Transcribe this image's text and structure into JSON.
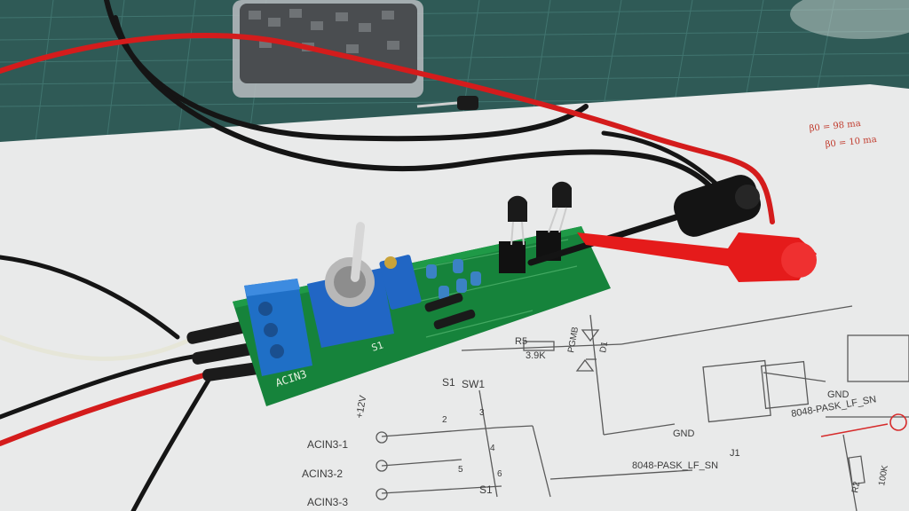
{
  "photo": {
    "schematic_labels": {
      "power": "+12V",
      "sw_top": "SW1",
      "s1_top": "S1",
      "s1_bottom": "S1",
      "pin2": "2",
      "pin3": "3",
      "pin4": "4",
      "pin5": "5",
      "pin6": "6",
      "acin_1": "ACIN3-1",
      "acin_2": "ACIN3-2",
      "acin_3": "ACIN3-3",
      "r5": "R5",
      "r5_val": "3.9K",
      "d1": "D1",
      "d1_val": "PGMB",
      "gnd_mid": "GND",
      "gnd_right": "GND",
      "opto_left": "8048-PASK_LF_SN",
      "opto_left_ref": "J1",
      "opto_right": "8048-PASK_LF_SN",
      "r2": "R2",
      "r2_val": "100K"
    },
    "handwritten_notes": [
      "β0 = 98 ma",
      "β0 = 10 ma"
    ],
    "pcb_labels": {
      "terminal": "ACIN3",
      "switch": "S1"
    },
    "colors": {
      "mat": "#2f5a56",
      "paper": "#e9eaea",
      "pcb": "#16833b",
      "terminal": "#1f6fc6",
      "wire_red": "#d41c1c",
      "wire_black": "#151515",
      "probe_red": "#e51b1b"
    }
  }
}
